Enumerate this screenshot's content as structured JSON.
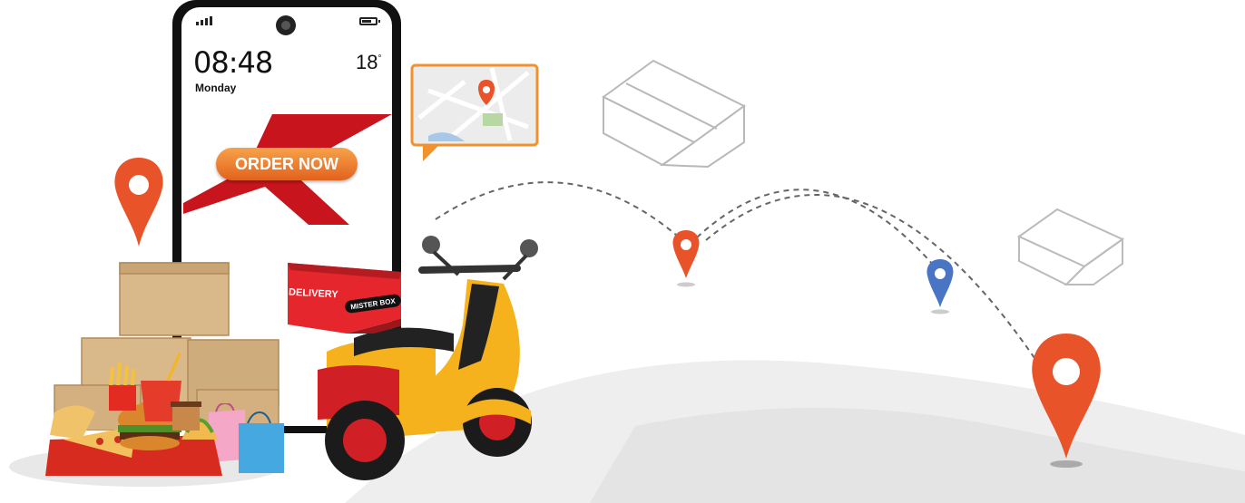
{
  "phone": {
    "time": "08:48",
    "day": "Monday",
    "temperature": "18",
    "degree_symbol": "°",
    "order_button": "ORDER NOW"
  },
  "delivery_box": {
    "label": "DELIVERY",
    "brand": "MISTER BOX"
  },
  "icons": [
    "signal-icon",
    "camera-icon",
    "battery-icon",
    "location-pin-icon",
    "map-icon",
    "package-icon",
    "shopping-bag-icon"
  ],
  "colors": {
    "brand_red": "#d7262c",
    "pin_orange": "#e9532a",
    "pin_blue": "#4a74c4",
    "scooter_yellow": "#f5b21c",
    "button_orange": "#e9662a"
  }
}
